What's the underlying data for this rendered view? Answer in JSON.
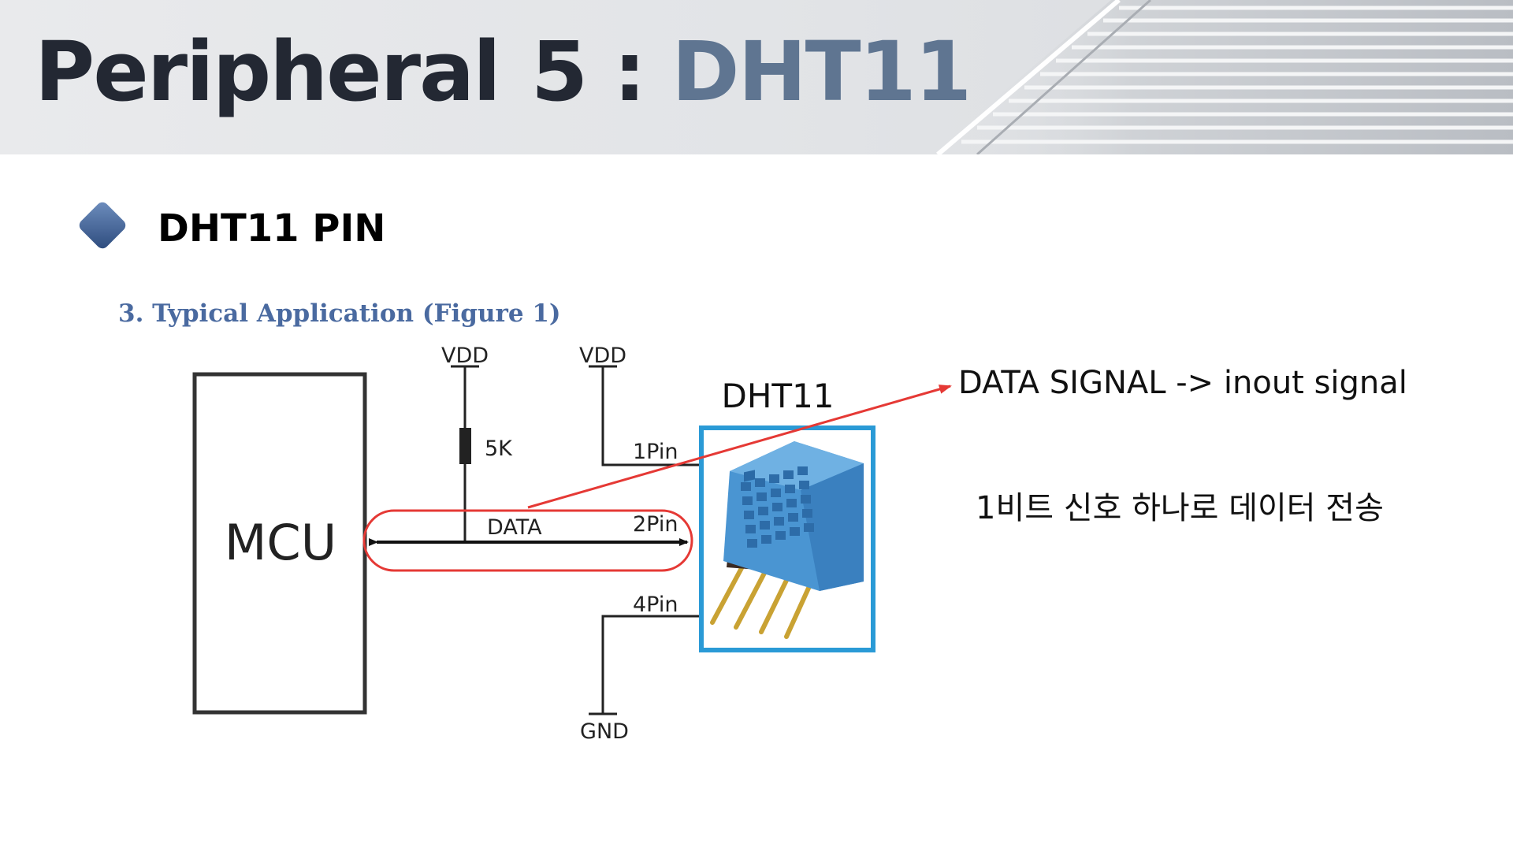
{
  "header": {
    "title_prefix": "Peripheral",
    "title_number": "5 :",
    "title_accent": "DHT11"
  },
  "section": {
    "title": "DHT11 PIN"
  },
  "figure": {
    "caption": "3. Typical Application (Figure 1)",
    "labels": {
      "mcu": "MCU",
      "vdd_left": "VDD",
      "vdd_right": "VDD",
      "resistor": "5K",
      "pin1": "1Pin",
      "pin2": "2Pin",
      "pin4": "4Pin",
      "data": "DATA",
      "gnd": "GND",
      "sensor": "DHT11"
    }
  },
  "notes": {
    "signal": "DATA SIGNAL -> inout signal",
    "description": "1비트 신호 하나로 데이터 전송"
  },
  "colors": {
    "title_dark": "#232833",
    "title_accent": "#5f7591",
    "caption": "#4a6aa0",
    "highlight_red": "#e53935",
    "sensor_frame": "#2a9ad6",
    "sensor_body": "#4a95d2"
  }
}
